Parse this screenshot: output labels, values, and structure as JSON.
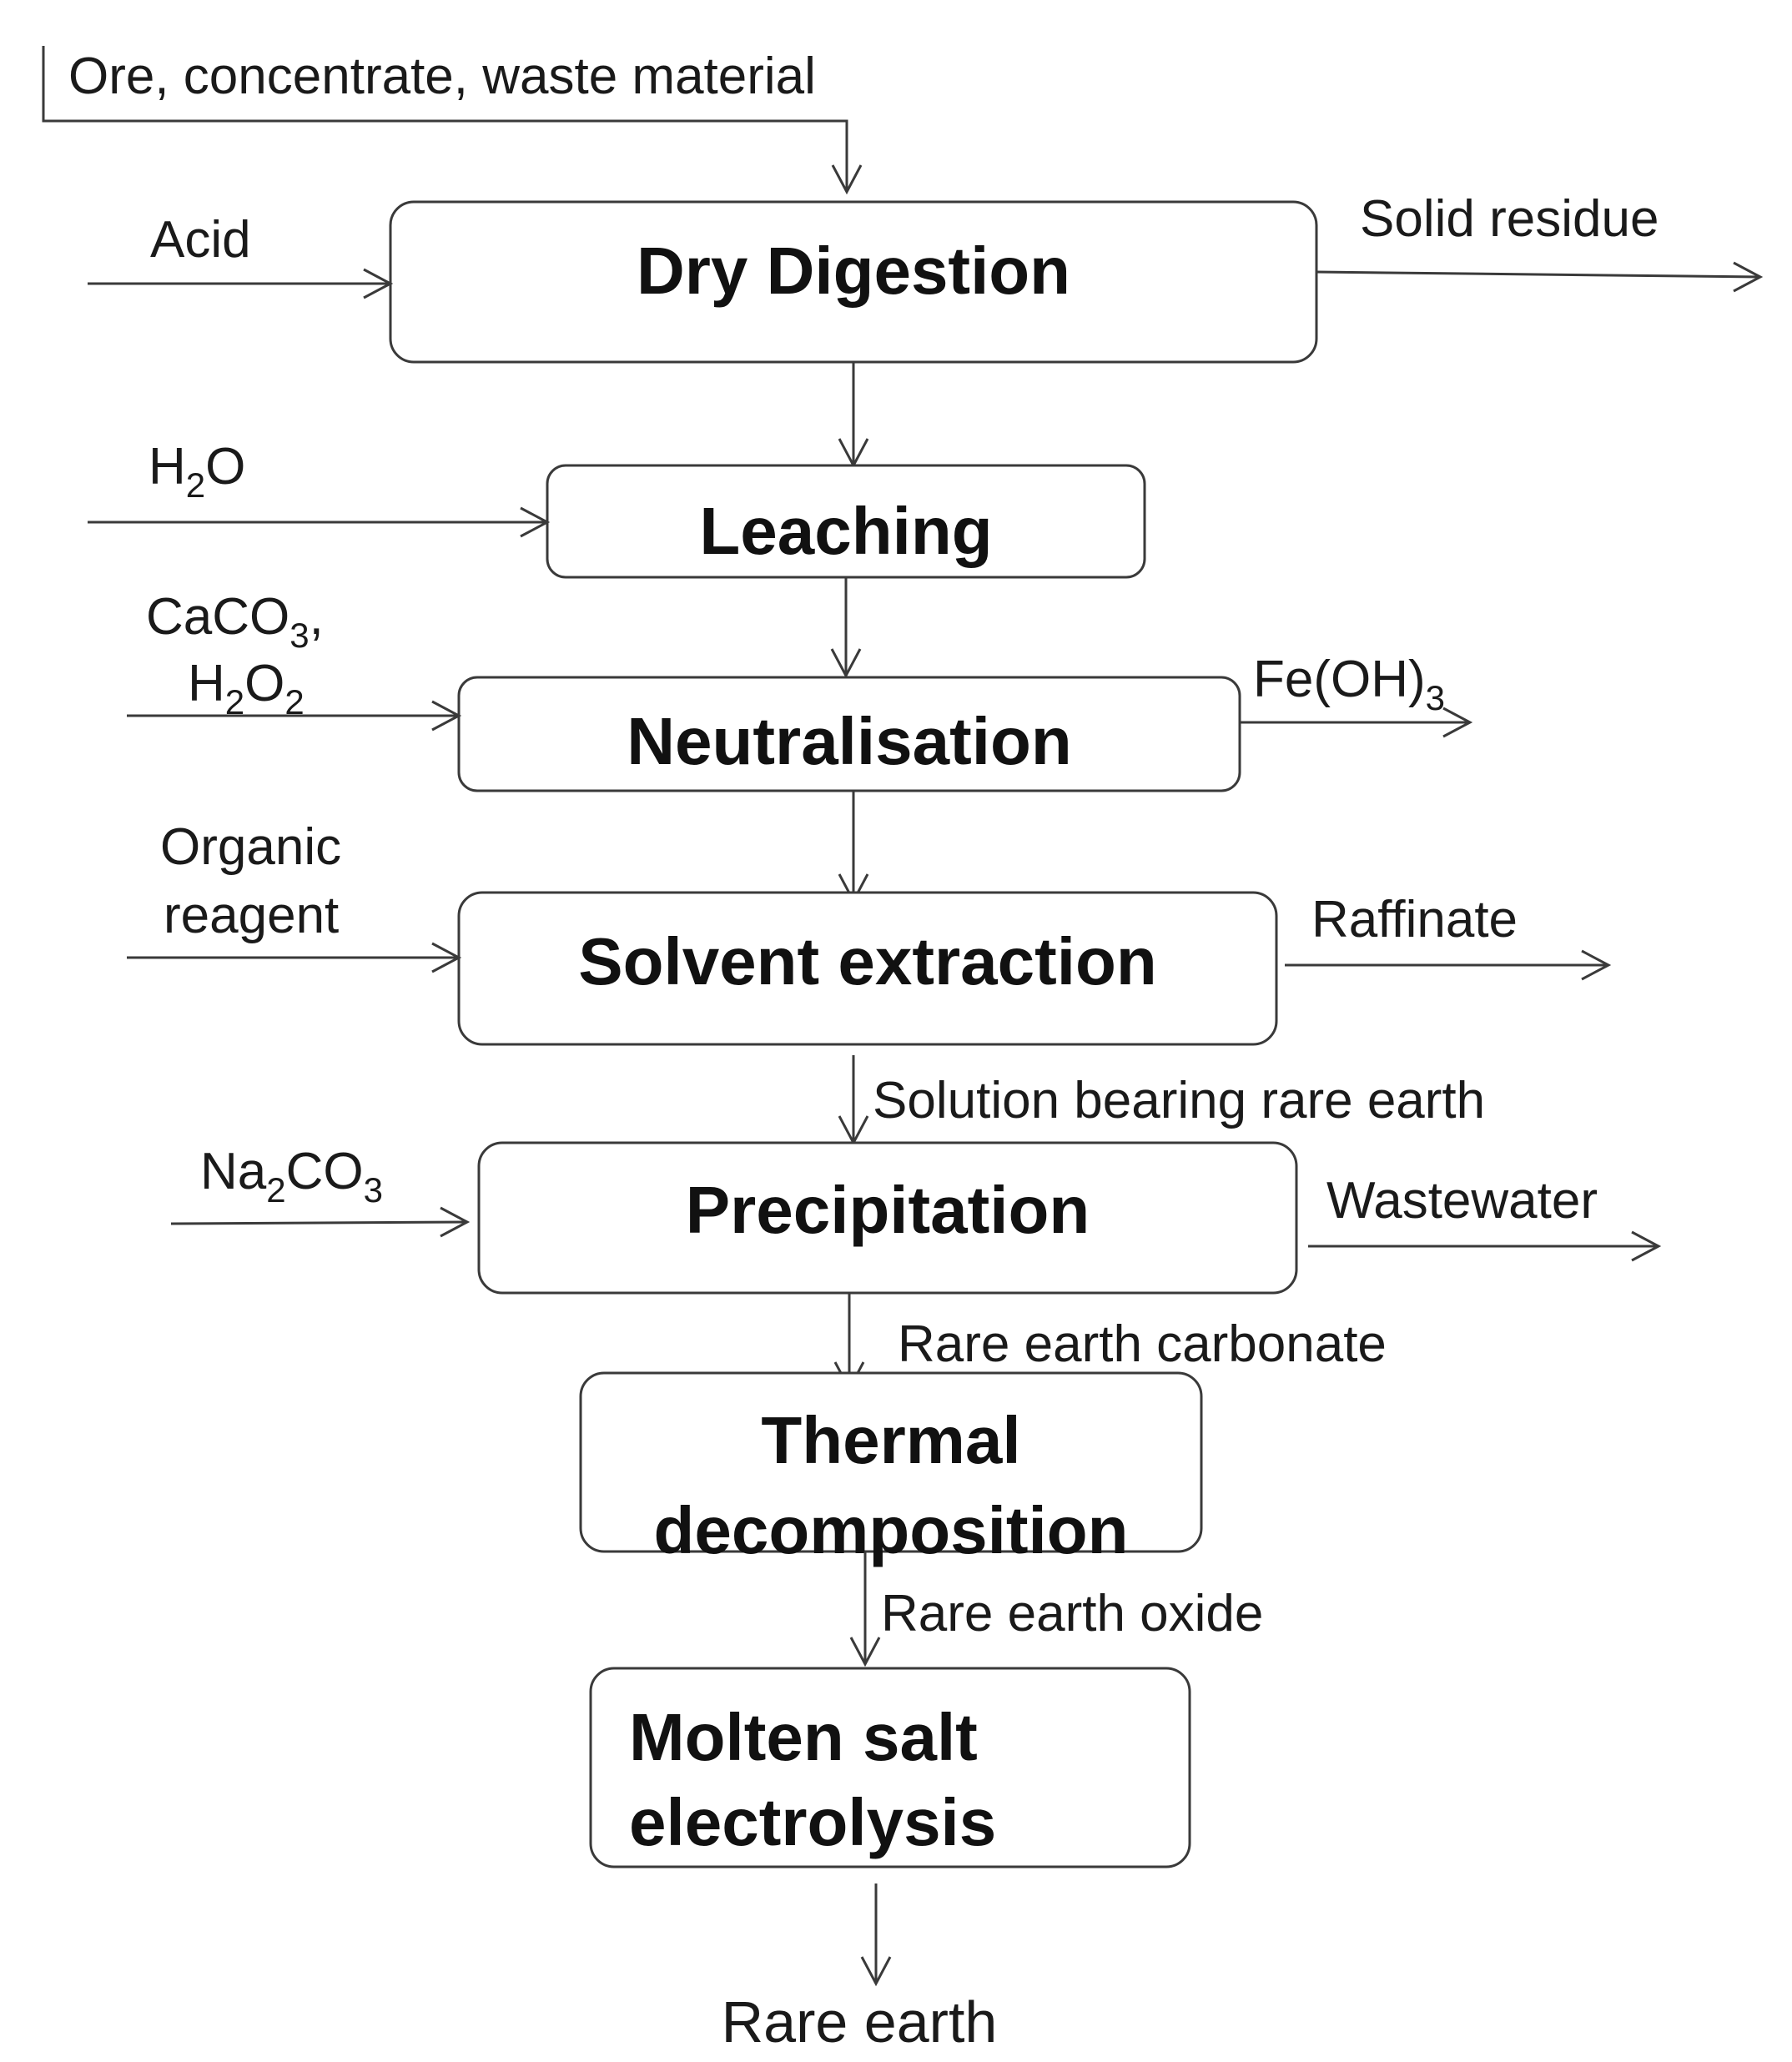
{
  "steps": {
    "dry_digestion": "Dry Digestion",
    "leaching": "Leaching",
    "neutralisation": "Neutralisation",
    "solvent_extraction": "Solvent extraction",
    "precipitation": "Precipitation",
    "thermal_line1": "Thermal",
    "thermal_line2": "decomposition",
    "molten_line1": "Molten salt",
    "molten_line2": "electrolysis"
  },
  "inputs": {
    "feed": "Ore, concentrate, waste material",
    "acid": "Acid",
    "water": {
      "a": "H",
      "sub": "2",
      "b": "O"
    },
    "caco3": {
      "a": "CaCO",
      "sub": "3",
      "b": ","
    },
    "h2o2": {
      "a": "H",
      "sub1": "2",
      "b": "O",
      "sub2": "2"
    },
    "organic_line1": "Organic",
    "organic_line2": "reagent",
    "na2co3": {
      "a": "Na",
      "sub1": "2",
      "b": "CO",
      "sub2": "3"
    }
  },
  "outputs": {
    "solid_residue": "Solid residue",
    "feoh3": {
      "a": "Fe(OH)",
      "sub": "3"
    },
    "raffinate": "Raffinate",
    "wastewater": "Wastewater"
  },
  "intermediates": {
    "solution": "Solution bearing rare earth",
    "carbonate": "Rare earth carbonate",
    "oxide": "Rare earth oxide"
  },
  "final_product": "Rare earth"
}
